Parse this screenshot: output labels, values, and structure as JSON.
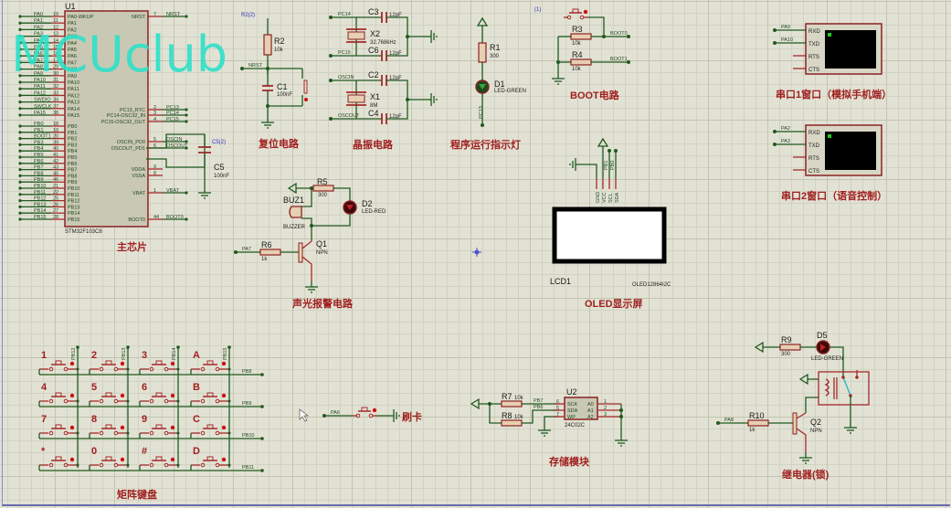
{
  "watermark": "MCUclub",
  "mcu": {
    "ref": "U1",
    "part": "STM32F103C8",
    "left_pins": [
      {
        "net": "PA0",
        "num": "10",
        "name": "PA0-WKUP"
      },
      {
        "net": "PA1",
        "num": "11",
        "name": "PA1"
      },
      {
        "net": "PA2",
        "num": "12",
        "name": "PA2"
      },
      {
        "net": "PA3",
        "num": "13",
        "name": "PA3"
      },
      {
        "net": "PA4",
        "num": "14",
        "name": "PA4"
      },
      {
        "net": "PA5",
        "num": "15",
        "name": "PA5"
      },
      {
        "net": "PA6",
        "num": "16",
        "name": "PA6"
      },
      {
        "net": "PA7",
        "num": "17",
        "name": "PA7"
      },
      {
        "net": "PA8",
        "num": "29",
        "name": "PA8"
      },
      {
        "net": "PA9",
        "num": "30",
        "name": "PA9"
      },
      {
        "net": "PA10",
        "num": "31",
        "name": "PA10"
      },
      {
        "net": "PA11",
        "num": "32",
        "name": "PA11"
      },
      {
        "net": "PA12",
        "num": "33",
        "name": "PA12"
      },
      {
        "net": "SWDIO",
        "num": "34",
        "name": "PA13"
      },
      {
        "net": "SWCLK",
        "num": "37",
        "name": "PA14"
      },
      {
        "net": "PA15",
        "num": "38",
        "name": "PA15"
      },
      {
        "net": "PB0",
        "num": "18",
        "name": "PB0"
      },
      {
        "net": "PB1",
        "num": "19",
        "name": "PB1"
      },
      {
        "net": "BOOT1",
        "num": "20",
        "name": "PB2"
      },
      {
        "net": "PB3",
        "num": "39",
        "name": "PB3"
      },
      {
        "net": "PB4",
        "num": "40",
        "name": "PB4"
      },
      {
        "net": "PB5",
        "num": "41",
        "name": "PB5"
      },
      {
        "net": "PB6",
        "num": "42",
        "name": "PB6"
      },
      {
        "net": "PB7",
        "num": "43",
        "name": "PB7"
      },
      {
        "net": "PB8",
        "num": "45",
        "name": "PB8"
      },
      {
        "net": "PB9",
        "num": "46",
        "name": "PB9"
      },
      {
        "net": "PB10",
        "num": "21",
        "name": "PB10"
      },
      {
        "net": "PB11",
        "num": "22",
        "name": "PB11"
      },
      {
        "net": "PB12",
        "num": "25",
        "name": "PB12"
      },
      {
        "net": "PB13",
        "num": "26",
        "name": "PB13"
      },
      {
        "net": "PB14",
        "num": "27",
        "name": "PB14"
      },
      {
        "net": "PB15",
        "num": "28",
        "name": "PB15"
      }
    ],
    "right_pins": [
      {
        "net": "NRST",
        "num": "7",
        "name": "NRST"
      },
      {
        "net": "PC13",
        "num": "2",
        "name": "PC13_RTC"
      },
      {
        "net": "PC14",
        "num": "3",
        "name": "PC14-OSC32_IN"
      },
      {
        "net": "PC15",
        "num": "4",
        "name": "PC15-OSC32_OUT"
      },
      {
        "net": "OSCIN",
        "num": "5",
        "name": "OSCIN_PD0"
      },
      {
        "net": "OSCOUT",
        "num": "6",
        "name": "OSCOUT_PD1"
      },
      {
        "net": "",
        "num": "9",
        "name": "VDDA"
      },
      {
        "net": "",
        "num": "8",
        "name": "VSSA"
      },
      {
        "net": "VBAT",
        "num": "1",
        "name": "VBAT"
      },
      {
        "net": "BOOT0",
        "num": "44",
        "name": "BOOT0"
      }
    ],
    "c5": {
      "ref": "C5",
      "value": "100nF",
      "probe": "C5(2)"
    },
    "title": "主芯片"
  },
  "reset": {
    "title": "复位电路",
    "r2": {
      "ref": "R2",
      "value": "10k"
    },
    "c1": {
      "ref": "C1",
      "value": "100nF"
    },
    "net": "NRST",
    "probe": "R2(2)"
  },
  "crystal": {
    "title": "晶振电路",
    "x2": {
      "ref": "X2",
      "value": "32.768kHz"
    },
    "x1": {
      "ref": "X1",
      "value": "8M"
    },
    "c3": {
      "ref": "C3",
      "value": "12pF"
    },
    "c6": {
      "ref": "C6",
      "value": "12pF"
    },
    "c2": {
      "ref": "C2",
      "value": "12pF"
    },
    "c4": {
      "ref": "C4",
      "value": "12pF"
    },
    "nets": [
      "PC14",
      "PC15",
      "OSCIN",
      "OSCOUT"
    ]
  },
  "run_led": {
    "title": "程序运行指示灯",
    "r1": {
      "ref": "R1",
      "value": "300"
    },
    "d1": {
      "ref": "D1",
      "value": "LED-GREEN"
    },
    "net": "PC13"
  },
  "boot": {
    "title": "BOOT电路",
    "r3": {
      "ref": "R3",
      "value": "10k"
    },
    "r4": {
      "ref": "R4",
      "value": "10k"
    },
    "nets": [
      "BOOT0",
      "BOOT1"
    ],
    "probe": "(1)"
  },
  "uart1": {
    "title": "串口1窗口（模拟手机端）",
    "nets": [
      "PA9",
      "PA10"
    ],
    "pins": [
      "RXD",
      "TXD",
      "RTS",
      "CTS"
    ]
  },
  "uart2": {
    "title": "串口2窗口（语音控制）",
    "nets": [
      "PA2",
      "PA3"
    ],
    "pins": [
      "RXD",
      "TXD",
      "RTS",
      "CTS"
    ]
  },
  "alarm": {
    "title": "声光报警电路",
    "buz": {
      "ref": "BUZ1",
      "value": "BUZZER"
    },
    "r5": {
      "ref": "R5",
      "value": "300"
    },
    "d2": {
      "ref": "D2",
      "value": "LED-RED"
    },
    "r6": {
      "ref": "R6",
      "value": "1k"
    },
    "q1": {
      "ref": "Q1",
      "value": "NPN"
    },
    "net": "PA7"
  },
  "oled": {
    "title": "OLED显示屏",
    "ref": "LCD1",
    "part": "OLED12864I2C",
    "pins": [
      "GND",
      "VCC",
      "SCL",
      "SDA"
    ],
    "nets": [
      "PB1",
      "PB0"
    ]
  },
  "keypad": {
    "title": "矩阵键盘",
    "keys": [
      "1",
      "2",
      "3",
      "A",
      "4",
      "5",
      "6",
      "B",
      "7",
      "8",
      "9",
      "C",
      "*",
      "0",
      "#",
      "D"
    ],
    "cols": [
      "PB12",
      "PB13",
      "PB14",
      "PB15"
    ],
    "rows": [
      "PB8",
      "PB9",
      "PB10",
      "PB11"
    ]
  },
  "card": {
    "title": "刷卡",
    "net": "PA6"
  },
  "eeprom": {
    "title": "存储模块",
    "ref": "U2",
    "part": "24C02C",
    "r7": {
      "ref": "R7",
      "value": "10k"
    },
    "r8": {
      "ref": "R8",
      "value": "10k"
    },
    "nets": [
      "PB7",
      "PB6"
    ],
    "pins_left": [
      {
        "num": "6",
        "name": "SCK"
      },
      {
        "num": "5",
        "name": "SDA"
      },
      {
        "num": "7",
        "name": "WP"
      }
    ],
    "pins_right": [
      {
        "num": "1",
        "name": "A0"
      },
      {
        "num": "2",
        "name": "A1"
      },
      {
        "num": "3",
        "name": "A2"
      }
    ]
  },
  "relay": {
    "title": "继电器(锁)",
    "r9": {
      "ref": "R9",
      "value": "300"
    },
    "d5": {
      "ref": "D5",
      "value": "LED-GREEN"
    },
    "r10": {
      "ref": "R10",
      "value": "1k"
    },
    "q2": {
      "ref": "Q2",
      "value": "NPN"
    },
    "net": "PA8"
  },
  "colors": {
    "wire": "#1f5a1f",
    "pin": "#a52a2a",
    "title": "#a02020",
    "watermark": "#2ee0c8",
    "terminal_bg": "#000000",
    "terminal_led": "#22cc22"
  }
}
